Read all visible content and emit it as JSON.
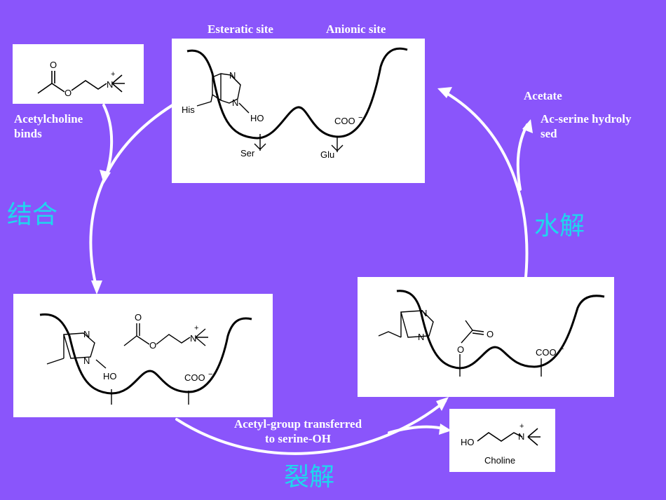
{
  "labels": {
    "esteratic_site": "Esteratic site",
    "anionic_site": "Anionic site",
    "ach_binds": "Acetylcholine\nbinds",
    "acetate": "Acetate",
    "ac_serine": "Ac-serine hydroly\nsed",
    "acetyl_transfer": "Acetyl-group transferred\nto serine-OH"
  },
  "steps": {
    "bind": "结合",
    "hydrolysis": "水解",
    "cleave": "裂解"
  },
  "chem": {
    "his": "His",
    "ser": "Ser",
    "glu": "Glu",
    "ho": "HO",
    "coo": "COO",
    "n": "N",
    "o": "O",
    "choline": "Choline",
    "plus": "+",
    "minus": "−"
  },
  "colors": {
    "background": "#8a55fb",
    "step_text": "#1fd6ee",
    "label_text": "#ffffff"
  }
}
